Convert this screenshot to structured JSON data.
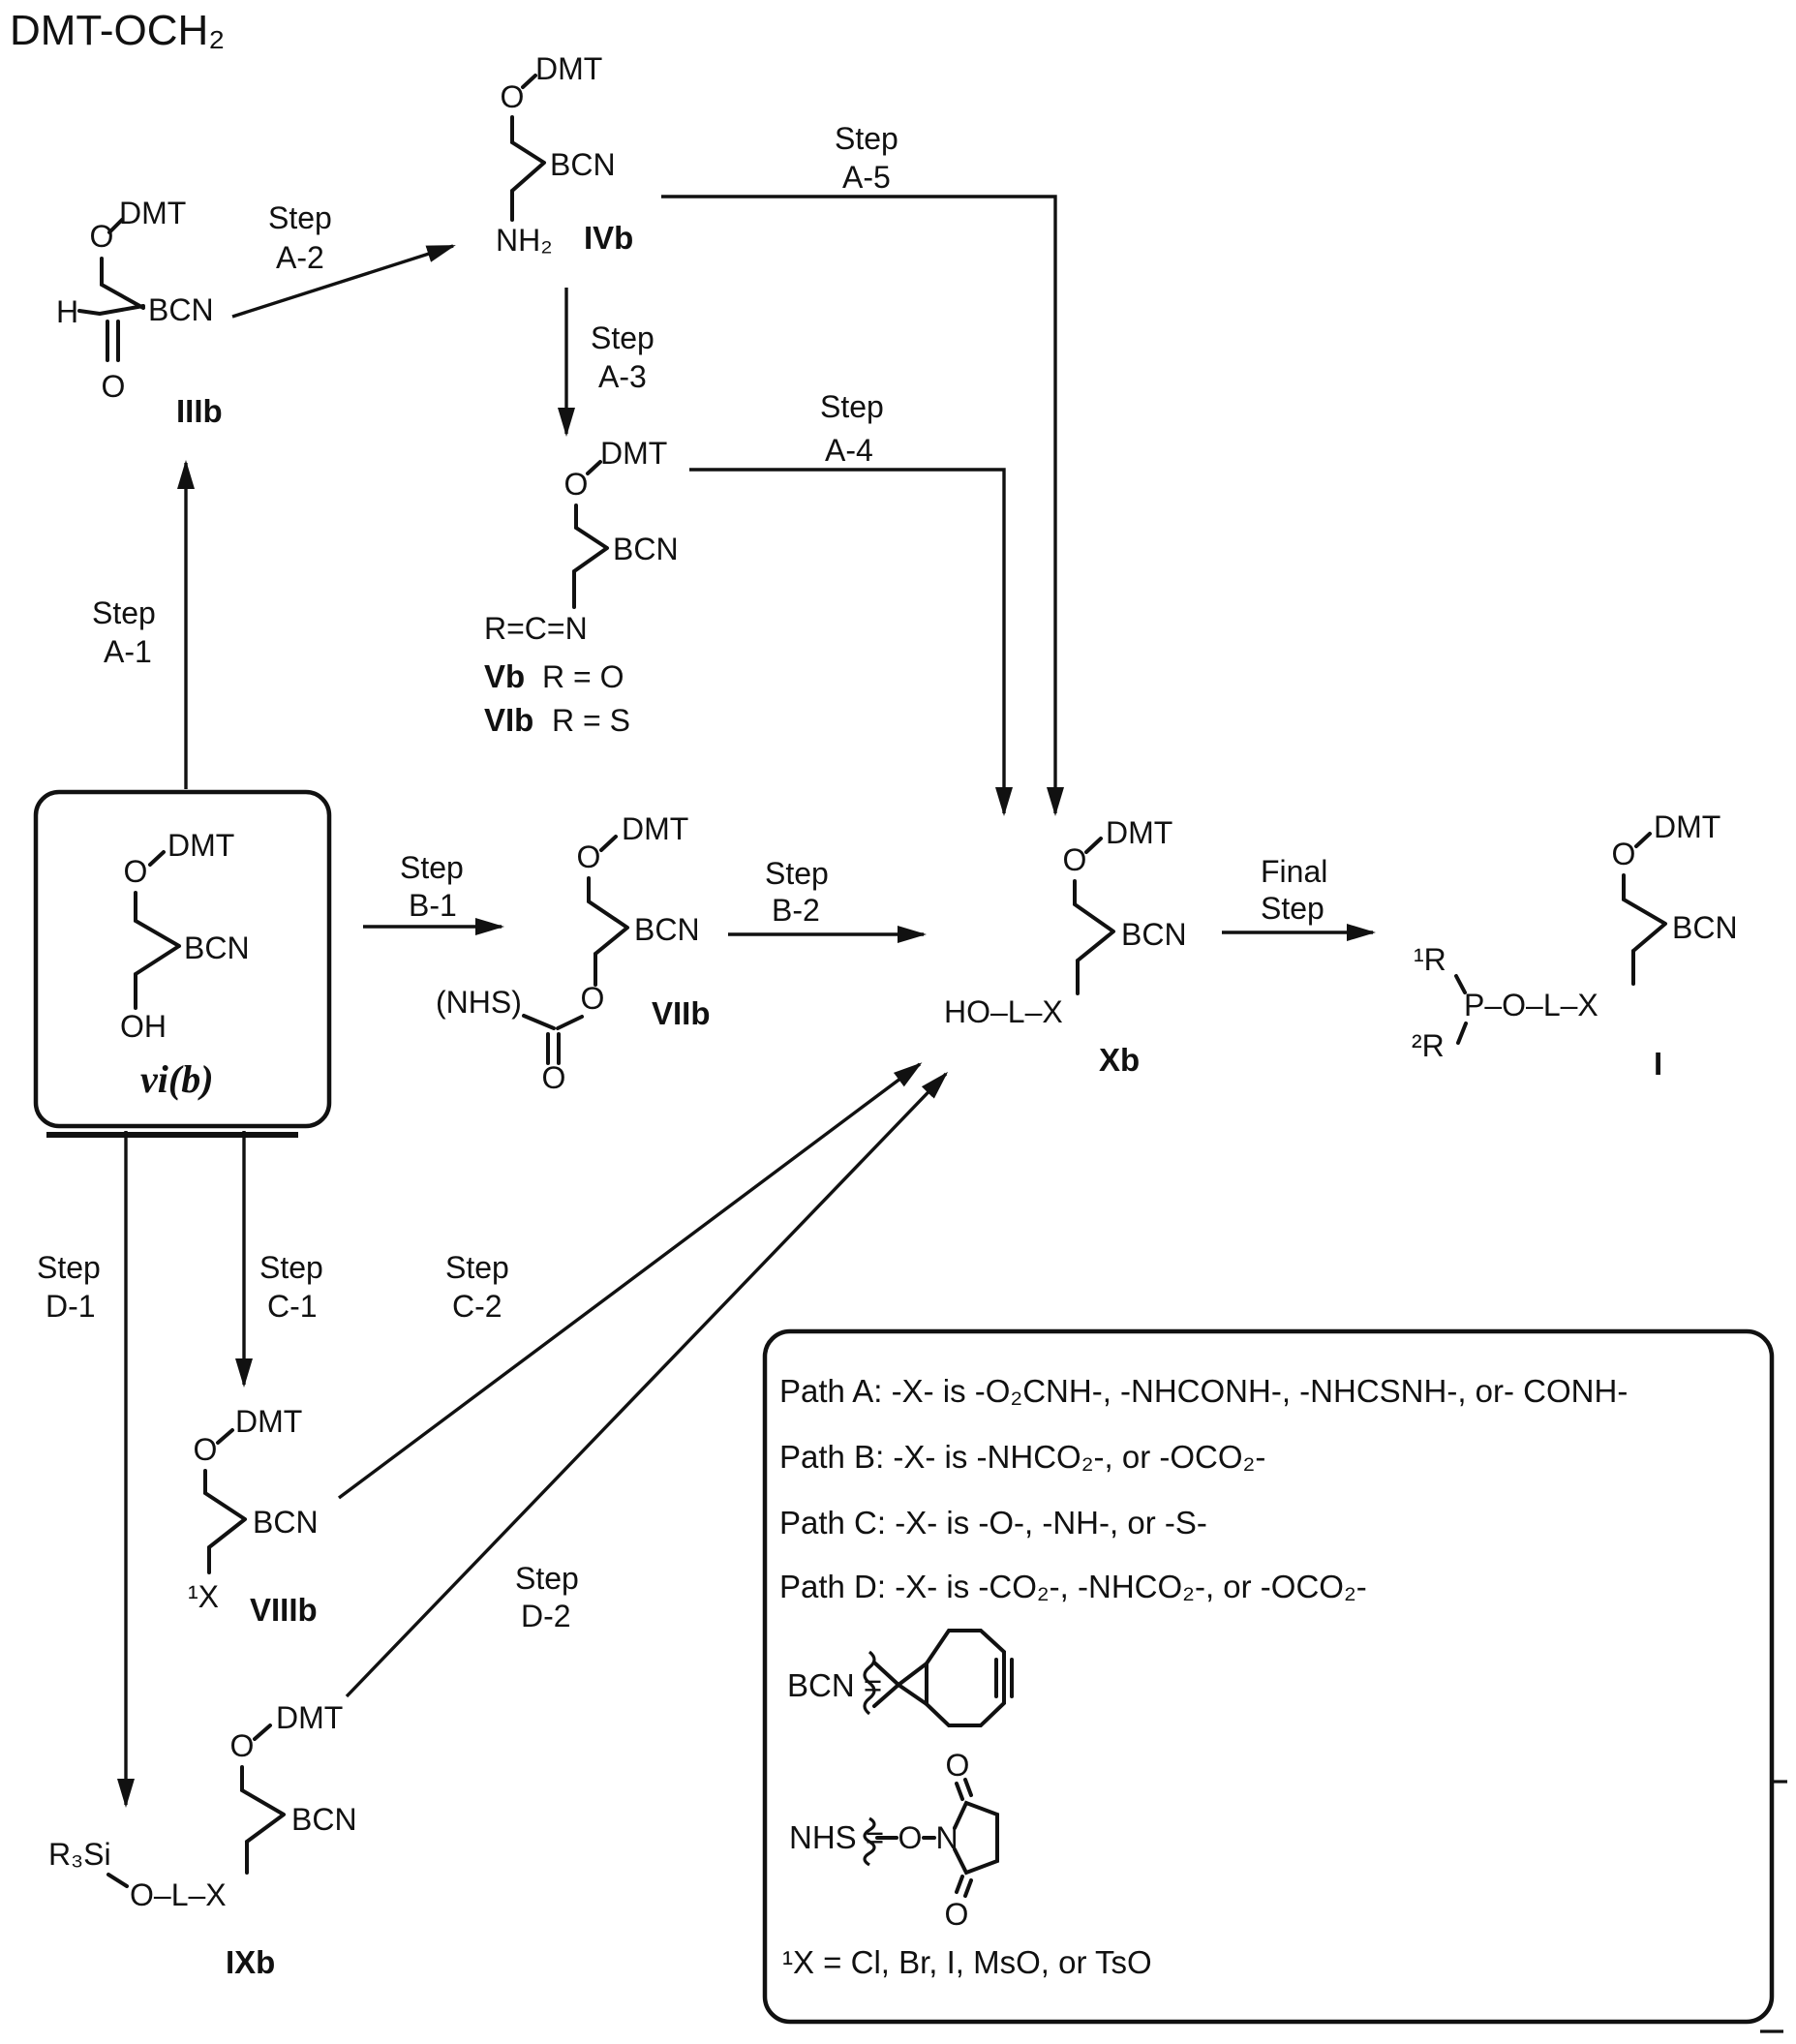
{
  "title": "DMT-OCH₂",
  "atoms": {
    "o": "O",
    "dmt": "DMT",
    "bcn": "BCN",
    "h": "H",
    "nh2": "NH₂",
    "rcn": "R=C=N",
    "oh": "OH",
    "nhs_paren": "(NHS)",
    "holx": "HO–L–X",
    "x1": "¹X",
    "r3si": "R₃Si",
    "olx": "O–L–X",
    "r1": "¹R",
    "r2": "²R",
    "polx": "P–O–L–X",
    "n": "N"
  },
  "compounds": {
    "iiib": "IIIb",
    "ivb": "IVb",
    "vb": "Vb",
    "vb_sub": "R = O",
    "vib": "VIb",
    "vib_sub": "R = S",
    "viib": "VIIb",
    "viiib": "VIIIb",
    "ixb": "IXb",
    "xb": "Xb",
    "i": "I",
    "start": "vi(b)"
  },
  "steps": {
    "word": "Step",
    "a1": "A-1",
    "a2": "A-2",
    "a3": "A-3",
    "a4": "A-4",
    "a5": "A-5",
    "b1": "B-1",
    "b2": "B-2",
    "c1": "C-1",
    "c2": "C-2",
    "d1": "D-1",
    "d2": "D-2",
    "final1": "Final",
    "final2": "Step"
  },
  "legend": {
    "path_a": "Path A:  -X- is -O₂CNH-, -NHCONH-, -NHCSNH-, or- CONH-",
    "path_b": "Path B:  -X- is -NHCO₂-, or -OCO₂-",
    "path_c": "Path C:  -X- is -O-, -NH-, or -S-",
    "path_d": "Path D:  -X- is -CO₂-, -NHCO₂-, or -OCO₂-",
    "bcn_eq": "BCN =",
    "nhs_eq": "NHS =",
    "x1_def": "¹X = Cl, Br, I, MsO, or TsO"
  },
  "colors": {
    "ink": "#111111",
    "background": "#ffffff"
  }
}
